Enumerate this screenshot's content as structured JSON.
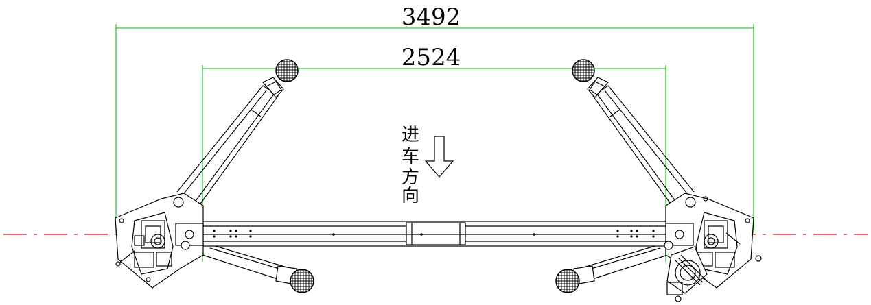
{
  "dimensions": {
    "overall_width": "3492",
    "inner_width": "2524"
  },
  "direction_label": {
    "chars": [
      "进",
      "车",
      "方",
      "向"
    ]
  },
  "colors": {
    "dimension_lines": "#33cc33",
    "centerline": "#d61a1a",
    "drawing": "#000000"
  },
  "icons": {
    "direction_arrow": "down-arrow-icon"
  }
}
